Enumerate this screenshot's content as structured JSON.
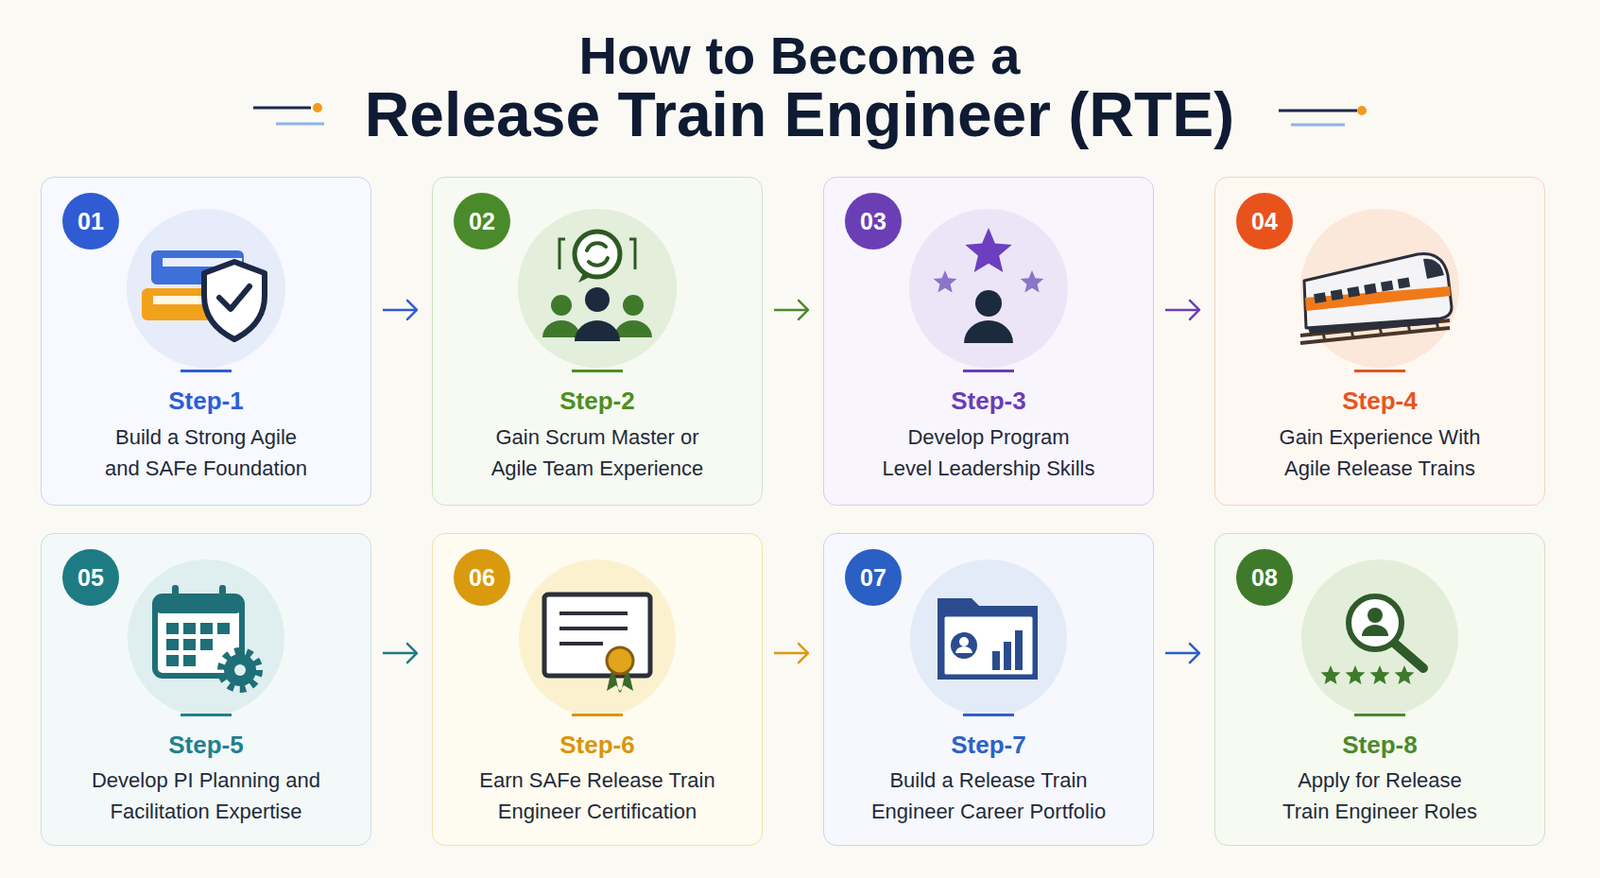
{
  "diagram": {
    "title": "How to Become a Release Train Engineer (RTE)",
    "nodes": [
      {
        "text": [
          "Step-1",
          "Build a Strong Agile and SAFe Foundation"
        ]
      },
      {
        "text": [
          "01"
        ],
        "in": 0
      },
      {
        "text": [
          "Step-2",
          "Gain Scrum Master or Agile Team Experience"
        ]
      },
      {
        "text": [
          "02"
        ],
        "in": 2
      },
      {
        "text": [
          "Step-3",
          "Develop Program Level Leadership Skills"
        ]
      },
      {
        "text": [
          "03"
        ],
        "in": 4
      },
      {
        "text": [
          "Step-4",
          "Gain Experience With Agile Release Trains"
        ]
      },
      {
        "text": [
          "04"
        ],
        "in": 6
      },
      {
        "text": [
          "Step-5",
          "Develop PI Planning and Facilitation Expertise"
        ]
      },
      {
        "text": [
          "05"
        ],
        "in": 8
      },
      {
        "text": [
          "Step-6",
          "Earn SAFe Release Train Engineer Certification"
        ]
      },
      {
        "text": [
          "06"
        ],
        "in": 10
      },
      {
        "text": [
          "Step-7",
          "Build a Release Train Engineer Career Portfolio"
        ]
      },
      {
        "text": [
          "07"
        ],
        "in": 12
      },
      {
        "text": [
          "Step-8",
          "Apply for Release Train Engineer Roles"
        ]
      },
      {
        "text": [
          "08"
        ],
        "in": 14
      }
    ],
    "edges": [
      {
        "from": 0,
        "to": 2,
        "arrow": "to"
      },
      {
        "from": 2,
        "to": 4,
        "arrow": "to"
      },
      {
        "from": 4,
        "to": 6,
        "arrow": "to"
      },
      {
        "from": 8,
        "to": 10,
        "arrow": "to"
      },
      {
        "from": 10,
        "to": 12,
        "arrow": "to"
      },
      {
        "from": 12,
        "to": 14,
        "arrow": "to"
      }
    ]
  }
}
